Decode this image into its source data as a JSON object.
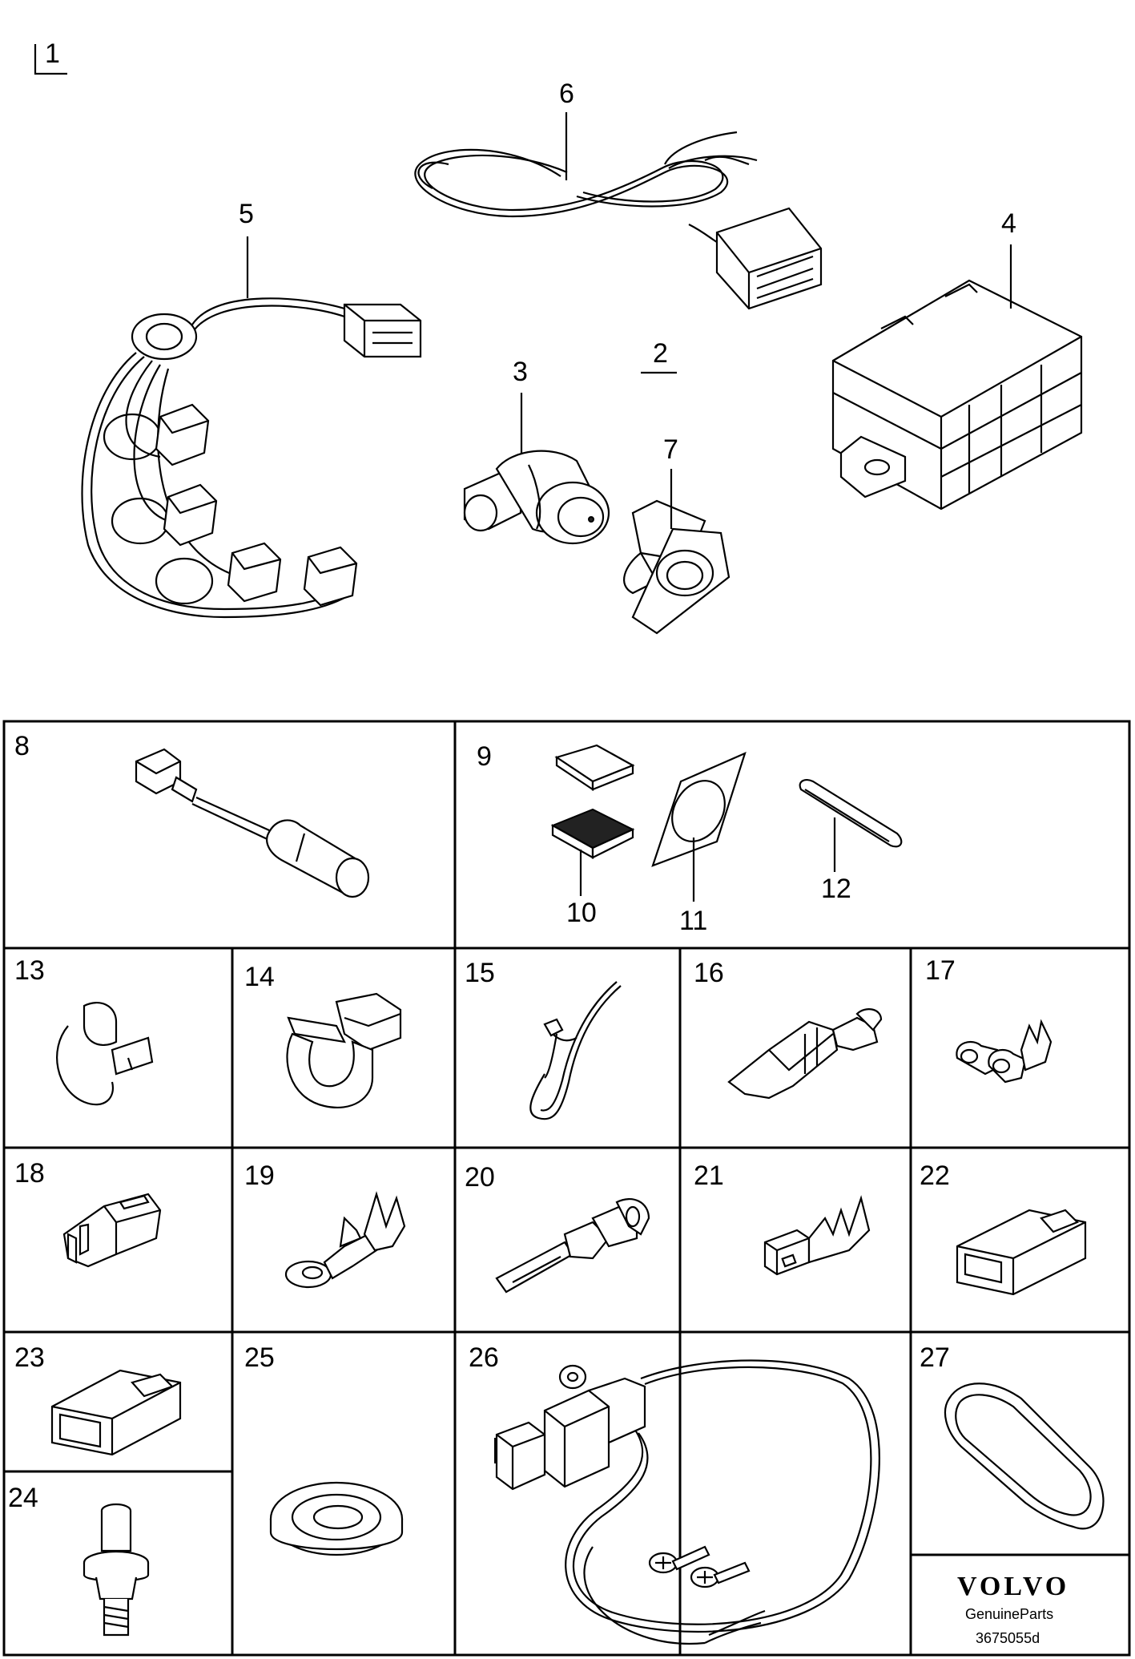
{
  "header": {
    "group_label": "1",
    "subgroup_label": "2"
  },
  "callouts": {
    "c3": "3",
    "c4": "4",
    "c5": "5",
    "c6": "6",
    "c7": "7"
  },
  "cells": {
    "c8": "8",
    "c9": "9",
    "c10": "10",
    "c11": "11",
    "c12": "12",
    "c13": "13",
    "c14": "14",
    "c15": "15",
    "c16": "16",
    "c17": "17",
    "c18": "18",
    "c19": "19",
    "c20": "20",
    "c21": "21",
    "c22": "22",
    "c23": "23",
    "c24": "24",
    "c25": "25",
    "c26": "26",
    "c27": "27"
  },
  "footer": {
    "brand": "VOLVO",
    "tagline": "GenuineParts",
    "diagram_id": "3675055d"
  }
}
